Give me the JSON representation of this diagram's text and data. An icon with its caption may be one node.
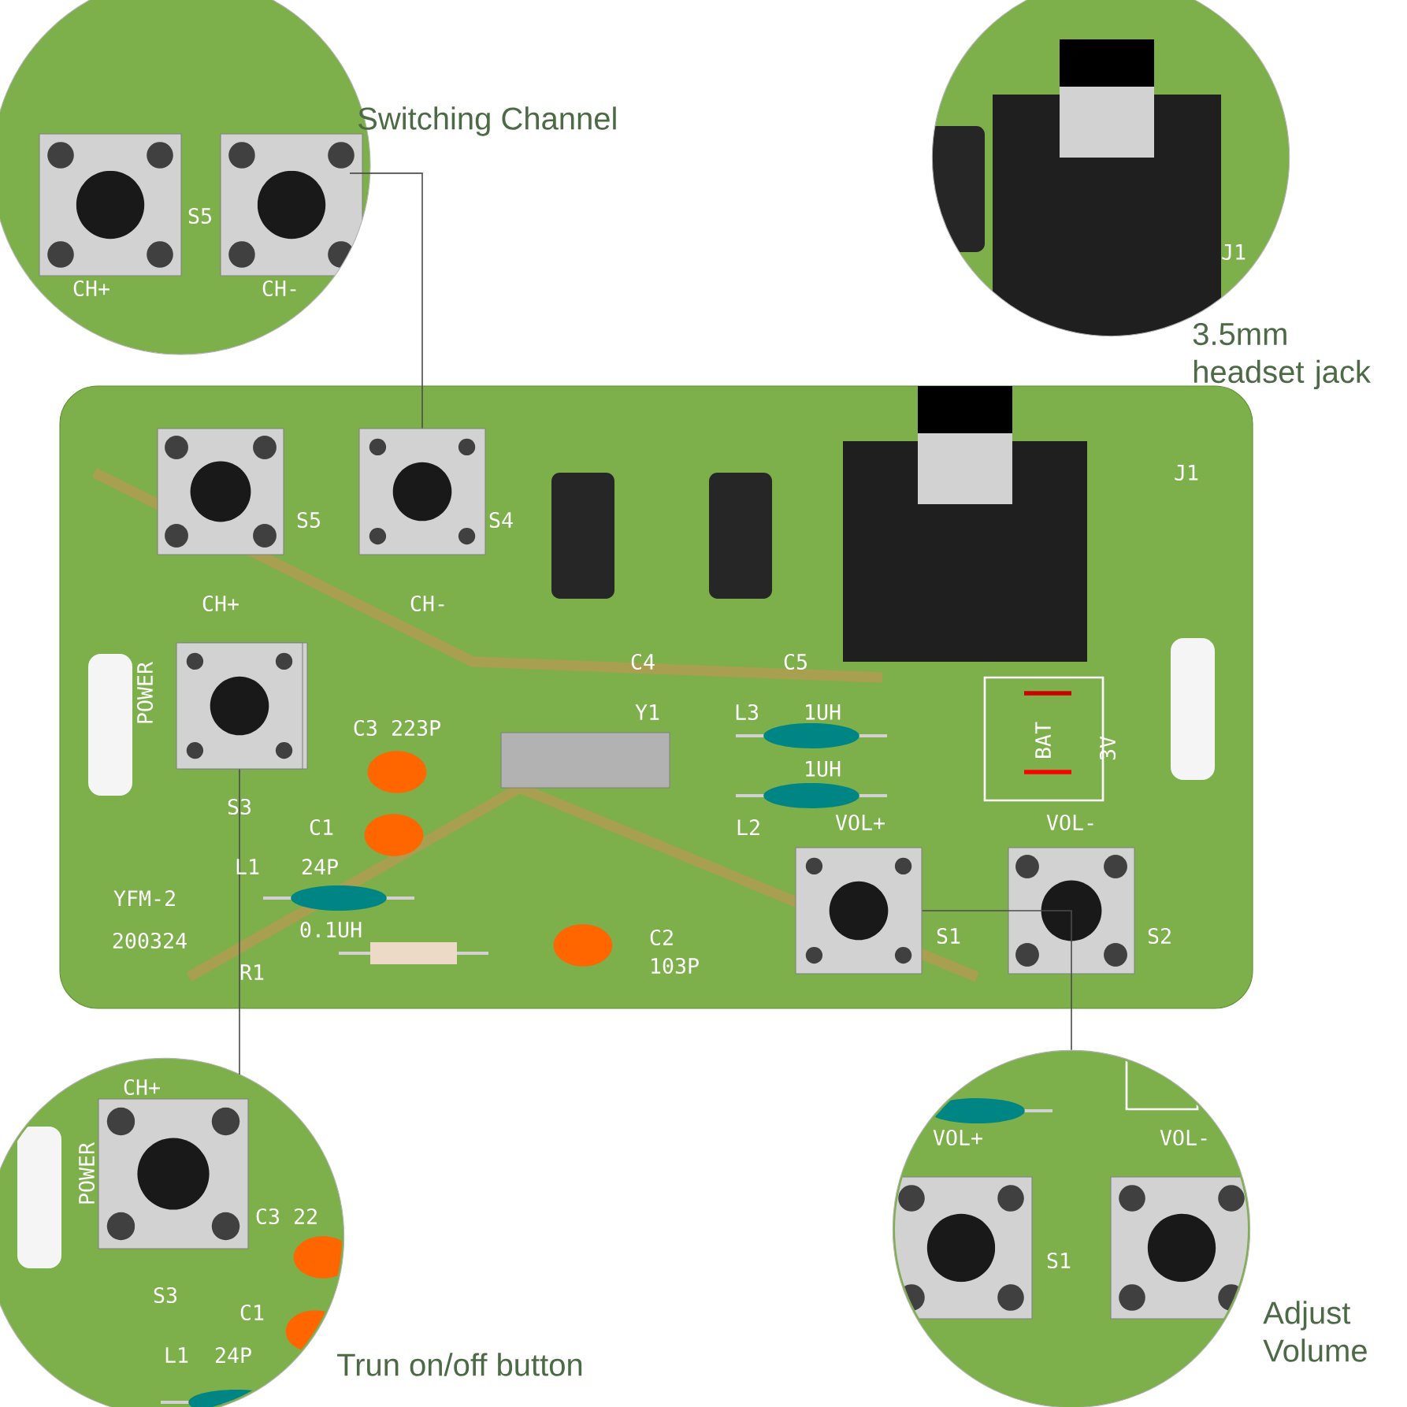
{
  "diagram": {
    "nodes": [
      {
        "text": [
          "Switching Channel"
        ]
      },
      {
        "text": [],
        "shape": "box"
      },
      {
        "text": [],
        "shape": "circle",
        "beside": [
          "Trun on/off button"
        ]
      },
      {
        "text": [],
        "shape": "box"
      },
      {
        "text": [],
        "shape": "circle",
        "beside": [
          "Adjust Volume"
        ]
      },
      {
        "text": [],
        "shape": "box"
      }
    ],
    "edges": [
      {
        "from": 0,
        "to": 1,
        "arrow": "none"
      },
      {
        "from": 3,
        "to": 2,
        "arrow": "none"
      },
      {
        "from": 5,
        "to": 4,
        "arrow": "none"
      }
    ],
    "labels": [
      "S5",
      "CH+",
      "CH-",
      "J1",
      "3.5mm headset jack",
      "J1",
      "S5",
      "S4",
      "CH+",
      "CH-",
      "C4",
      "C5",
      "POWER",
      "Y1",
      "L3",
      "1UH",
      "C3 223P",
      "BAT",
      "3V",
      "1UH",
      "S3",
      "C1",
      "L2",
      "VOL+",
      "VOL-",
      "L1",
      "24P",
      "YFM-2",
      "200324",
      "0.1UH",
      "C2",
      "S1",
      "S2",
      "R1",
      "103P",
      "CH+",
      "POWER",
      "VOL+",
      "VOL-",
      "C3 22",
      "S1",
      "S3",
      "C1",
      "L1",
      "24P"
    ]
  }
}
